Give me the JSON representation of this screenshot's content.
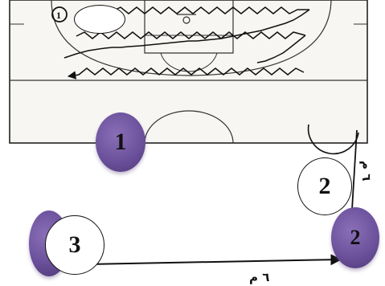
{
  "court": {
    "start_label": "1"
  },
  "markers": {
    "chip_1": "1",
    "chip_2": "2",
    "bubble_2": "2",
    "bubble_3": "3"
  },
  "distances": {
    "horizontal_label": "٦ م",
    "vertical_label": "٦ م"
  },
  "colors": {
    "chip_fill": "#6c519c",
    "line": "#111111"
  }
}
